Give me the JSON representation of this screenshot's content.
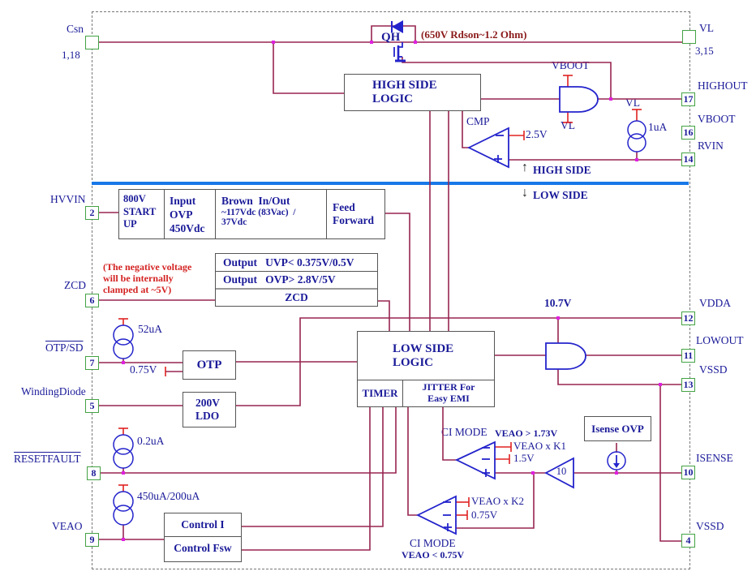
{
  "colors": {
    "wire": "#972550",
    "stub_red": "#e02222",
    "symbol_blue": "#2424cc",
    "text_navy": "#1a1a99",
    "pin_green": "#44a244",
    "divider_blue": "#1778e8",
    "junction_magenta": "#e020e0"
  },
  "pins_left": [
    {
      "label": "Csn",
      "number": "",
      "sub": "1,18"
    },
    {
      "label": "HVVIN",
      "number": "2"
    },
    {
      "label": "ZCD",
      "number": "6"
    },
    {
      "label": "OTP/SD",
      "number": "7"
    },
    {
      "label": "WindingDiode",
      "number": "5"
    },
    {
      "label": "RESETFAULT",
      "number": "8"
    },
    {
      "label": "VEAO",
      "number": "9"
    }
  ],
  "pins_right": [
    {
      "label": "VL",
      "number": "",
      "sub": "3,15"
    },
    {
      "label": "HIGHOUT",
      "number": "17"
    },
    {
      "label": "VBOOT",
      "number": "16"
    },
    {
      "label": "RVIN",
      "number": "14"
    },
    {
      "label": "VDDA",
      "number": "12"
    },
    {
      "label": "LOWOUT",
      "number": "11"
    },
    {
      "label": "VSSD",
      "number": "13"
    },
    {
      "label": "ISENSE",
      "number": "10"
    },
    {
      "label": "VSSD",
      "number": "4"
    }
  ],
  "blocks": {
    "hsl_l1": "HIGH SIDE",
    "hsl_l2": "LOGIC",
    "lsl_l1": "LOW SIDE",
    "lsl_l2": "LOGIC",
    "timer": "TIMER",
    "jitter_l1": "JITTER For",
    "jitter_l2": "Easy EMI",
    "startup_l1": "800V",
    "startup_l2": "START",
    "startup_l3": "UP",
    "inputovp_l1": "Input",
    "inputovp_l2": "OVP",
    "inputovp_l3": "450Vdc",
    "brown_l1": "Brown  In/Out",
    "brown_l2": "~117Vdc (83Vac)  /",
    "brown_l3": "37Vdc",
    "feed_l1": "Feed",
    "feed_l2": "Forward",
    "zcd_row1": "Output   UVP< 0.375V/0.5V",
    "zcd_row2": "Output   OVP> 2.8V/5V",
    "zcd_row3": "ZCD",
    "otp": "OTP",
    "ldo_l1": "200V",
    "ldo_l2": "LDO",
    "isense_ovp": "Isense OVP",
    "control_i": "Control I",
    "control_fsw": "Control Fsw"
  },
  "labels": {
    "qh": "QH",
    "rdson": "(650V Rdson~1.2 Ohm)",
    "vboot_gate": "VBOOT",
    "vl_gate": "VL",
    "vl_src": "VL",
    "i_1ua": "1uA",
    "cmp": "CMP",
    "v2_5": "2.5V",
    "arrow_up": "↑",
    "high_side": "HIGH SIDE",
    "arrow_down": "↓",
    "low_side": "LOW SIDE",
    "note_l1": "(The negative voltage",
    "note_l2": "will be internally",
    "note_l3": "clamped at ~5V)",
    "i_52ua": "52uA",
    "v0_75": "0.75V",
    "v10_7": "10.7V",
    "i_0_2ua": "0.2uA",
    "i_450ua": "450uA/200uA",
    "ci_mode_1": "CI MODE",
    "ci_cond_1": "VEAO > 1.73V",
    "veao_k1": "VEAO x K1",
    "v1_5": "1.5V",
    "gain_10": "10",
    "veao_k2": "VEAO x K2",
    "v0_75_b": "0.75V",
    "ci_mode_2": "CI MODE",
    "ci_cond_2": "VEAO < 0.75V"
  }
}
